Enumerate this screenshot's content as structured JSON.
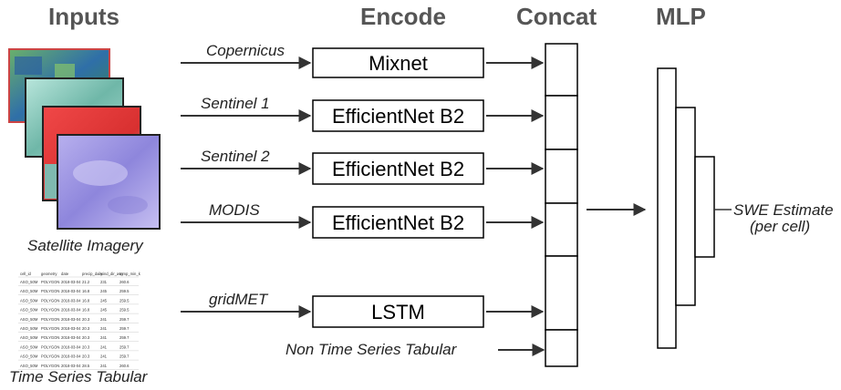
{
  "headers": {
    "inputs": "Inputs",
    "encode": "Encode",
    "concat": "Concat",
    "mlp": "MLP"
  },
  "rows": [
    {
      "input": "Copernicus",
      "encoder": "Mixnet"
    },
    {
      "input": "Sentinel 1",
      "encoder": "EfficientNet B2"
    },
    {
      "input": "Sentinel 2",
      "encoder": "EfficientNet B2"
    },
    {
      "input": "MODIS",
      "encoder": "EfficientNet B2"
    },
    {
      "input": "gridMET",
      "encoder": "LSTM"
    }
  ],
  "non_time_series": "Non Time Series Tabular",
  "satellite_caption": "Satellite Imagery",
  "tabular_caption": "Time Series Tabular",
  "output": {
    "line1": "SWE Estimate",
    "line2": "(per cell)"
  },
  "table_preview": {
    "headers": [
      "cell_id",
      "geometry",
      "date",
      "precip_daily",
      "wind_dir_avg",
      "temp_min_k"
    ],
    "rows": [
      [
        "ASO_50M",
        "POLYGON",
        "2018-03-04",
        "21.2",
        "231",
        "260.6"
      ],
      [
        "ASO_50M",
        "POLYGON",
        "2018-03-04",
        "16.8",
        "245",
        "259.5"
      ],
      [
        "ASO_50M",
        "POLYGON",
        "2018-03-04",
        "16.8",
        "245",
        "259.5"
      ],
      [
        "ASO_50M",
        "POLYGON",
        "2018-03-04",
        "16.8",
        "245",
        "259.5"
      ],
      [
        "ASO_50M",
        "POLYGON",
        "2018-03-04",
        "20.3",
        "241",
        "259.7"
      ],
      [
        "ASO_50M",
        "POLYGON",
        "2018-03-04",
        "20.3",
        "241",
        "259.7"
      ],
      [
        "ASO_50M",
        "POLYGON",
        "2018-03-04",
        "20.3",
        "241",
        "259.7"
      ],
      [
        "ASO_50M",
        "POLYGON",
        "2018-03-04",
        "20.3",
        "241",
        "259.7"
      ],
      [
        "ASO_50M",
        "POLYGON",
        "2018-03-04",
        "20.3",
        "241",
        "259.7"
      ],
      [
        "ASO_50M",
        "POLYGON",
        "2018-03-04",
        "28.5",
        "241",
        "260.6"
      ]
    ]
  },
  "colors": {
    "header": "#555555",
    "line": "#333333",
    "tile_copernicus": "#3a8a4a",
    "tile_sentinel1": "#8fcfc6",
    "tile_sentinel2": "#e84040",
    "tile_modis": "#9a8fe0"
  }
}
